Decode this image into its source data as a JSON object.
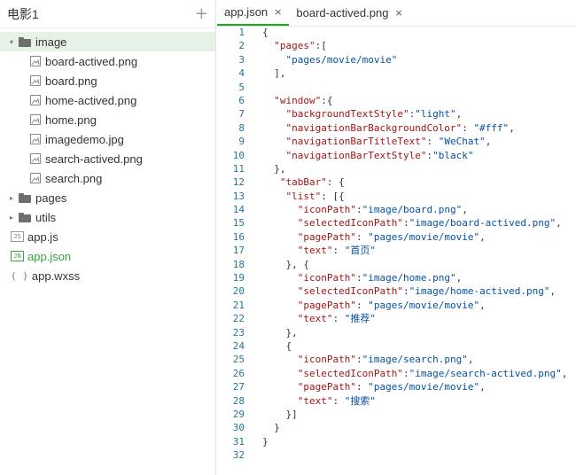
{
  "sidebar": {
    "title": "电影1",
    "add_label": "+",
    "tree": [
      {
        "kind": "folder",
        "label": "image",
        "expanded": true,
        "depth": 0,
        "selected": true
      },
      {
        "kind": "image",
        "label": "board-actived.png",
        "depth": 1
      },
      {
        "kind": "image",
        "label": "board.png",
        "depth": 1
      },
      {
        "kind": "image",
        "label": "home-actived.png",
        "depth": 1
      },
      {
        "kind": "image",
        "label": "home.png",
        "depth": 1
      },
      {
        "kind": "image",
        "label": "imagedemo.jpg",
        "depth": 1
      },
      {
        "kind": "image",
        "label": "search-actived.png",
        "depth": 1
      },
      {
        "kind": "image",
        "label": "search.png",
        "depth": 1
      },
      {
        "kind": "folder",
        "label": "pages",
        "expanded": false,
        "depth": 0
      },
      {
        "kind": "folder",
        "label": "utils",
        "expanded": false,
        "depth": 0
      },
      {
        "kind": "js",
        "label": "app.js",
        "badge": "JS",
        "depth": 0
      },
      {
        "kind": "json",
        "label": "app.json",
        "badge": "JN",
        "depth": 0,
        "active": true
      },
      {
        "kind": "wxss",
        "label": "app.wxss",
        "badge": "( )",
        "depth": 0
      }
    ]
  },
  "editor": {
    "tabs": [
      {
        "label": "app.json",
        "active": true,
        "close": "×"
      },
      {
        "label": "board-actived.png",
        "active": false,
        "close": "×"
      }
    ],
    "lines": [
      [
        [
          "p",
          "{"
        ]
      ],
      [
        [
          "p",
          "  "
        ],
        [
          "k",
          "\"pages\""
        ],
        [
          "p",
          ":["
        ]
      ],
      [
        [
          "p",
          "    "
        ],
        [
          "s",
          "\"pages/movie/movie\""
        ]
      ],
      [
        [
          "p",
          "  ],"
        ]
      ],
      [
        [
          "p",
          ""
        ]
      ],
      [
        [
          "p",
          "  "
        ],
        [
          "k",
          "\"window\""
        ],
        [
          "p",
          ":{"
        ]
      ],
      [
        [
          "p",
          "    "
        ],
        [
          "k",
          "\"backgroundTextStyle\""
        ],
        [
          "p",
          ":"
        ],
        [
          "s",
          "\"light\""
        ],
        [
          "p",
          ","
        ]
      ],
      [
        [
          "p",
          "    "
        ],
        [
          "k",
          "\"navigationBarBackgroundColor\""
        ],
        [
          "p",
          ": "
        ],
        [
          "s",
          "\"#fff\""
        ],
        [
          "p",
          ","
        ]
      ],
      [
        [
          "p",
          "    "
        ],
        [
          "k",
          "\"navigationBarTitleText\""
        ],
        [
          "p",
          ": "
        ],
        [
          "s",
          "\"WeChat\""
        ],
        [
          "p",
          ","
        ]
      ],
      [
        [
          "p",
          "    "
        ],
        [
          "k",
          "\"navigationBarTextStyle\""
        ],
        [
          "p",
          ":"
        ],
        [
          "s",
          "\"black\""
        ]
      ],
      [
        [
          "p",
          "  },"
        ]
      ],
      [
        [
          "p",
          "   "
        ],
        [
          "k",
          "\"tabBar\""
        ],
        [
          "p",
          ": {"
        ]
      ],
      [
        [
          "p",
          "    "
        ],
        [
          "k",
          "\"list\""
        ],
        [
          "p",
          ": [{"
        ]
      ],
      [
        [
          "p",
          "      "
        ],
        [
          "k",
          "\"iconPath\""
        ],
        [
          "p",
          ":"
        ],
        [
          "s",
          "\"image/board.png\""
        ],
        [
          "p",
          ","
        ]
      ],
      [
        [
          "p",
          "      "
        ],
        [
          "k",
          "\"selectedIconPath\""
        ],
        [
          "p",
          ":"
        ],
        [
          "s",
          "\"image/board-actived.png\""
        ],
        [
          "p",
          ","
        ]
      ],
      [
        [
          "p",
          "      "
        ],
        [
          "k",
          "\"pagePath\""
        ],
        [
          "p",
          ": "
        ],
        [
          "s",
          "\"pages/movie/movie\""
        ],
        [
          "p",
          ","
        ]
      ],
      [
        [
          "p",
          "      "
        ],
        [
          "k",
          "\"text\""
        ],
        [
          "p",
          ": "
        ],
        [
          "s",
          "\"首页\""
        ]
      ],
      [
        [
          "p",
          "    }, {"
        ]
      ],
      [
        [
          "p",
          "      "
        ],
        [
          "k",
          "\"iconPath\""
        ],
        [
          "p",
          ":"
        ],
        [
          "s",
          "\"image/home.png\""
        ],
        [
          "p",
          ","
        ]
      ],
      [
        [
          "p",
          "      "
        ],
        [
          "k",
          "\"selectedIconPath\""
        ],
        [
          "p",
          ":"
        ],
        [
          "s",
          "\"image/home-actived.png\""
        ],
        [
          "p",
          ","
        ]
      ],
      [
        [
          "p",
          "      "
        ],
        [
          "k",
          "\"pagePath\""
        ],
        [
          "p",
          ": "
        ],
        [
          "s",
          "\"pages/movie/movie\""
        ],
        [
          "p",
          ","
        ]
      ],
      [
        [
          "p",
          "      "
        ],
        [
          "k",
          "\"text\""
        ],
        [
          "p",
          ": "
        ],
        [
          "s",
          "\"推荐\""
        ]
      ],
      [
        [
          "p",
          "    },"
        ]
      ],
      [
        [
          "p",
          "    {"
        ]
      ],
      [
        [
          "p",
          "      "
        ],
        [
          "k",
          "\"iconPath\""
        ],
        [
          "p",
          ":"
        ],
        [
          "s",
          "\"image/search.png\""
        ],
        [
          "p",
          ","
        ]
      ],
      [
        [
          "p",
          "      "
        ],
        [
          "k",
          "\"selectedIconPath\""
        ],
        [
          "p",
          ":"
        ],
        [
          "s",
          "\"image/search-actived.png\""
        ],
        [
          "p",
          ","
        ]
      ],
      [
        [
          "p",
          "      "
        ],
        [
          "k",
          "\"pagePath\""
        ],
        [
          "p",
          ": "
        ],
        [
          "s",
          "\"pages/movie/movie\""
        ],
        [
          "p",
          ","
        ]
      ],
      [
        [
          "p",
          "      "
        ],
        [
          "k",
          "\"text\""
        ],
        [
          "p",
          ": "
        ],
        [
          "s",
          "\"搜索\""
        ]
      ],
      [
        [
          "p",
          "    }]"
        ]
      ],
      [
        [
          "p",
          "  }"
        ]
      ],
      [
        [
          "p",
          "}"
        ]
      ],
      [
        [
          "p",
          ""
        ]
      ]
    ]
  },
  "colors": {
    "accent": "#1aad19",
    "json_key": "#a31515",
    "json_string": "#0451a5",
    "line_number": "#237893",
    "selected_row": "#e5f2e5"
  }
}
